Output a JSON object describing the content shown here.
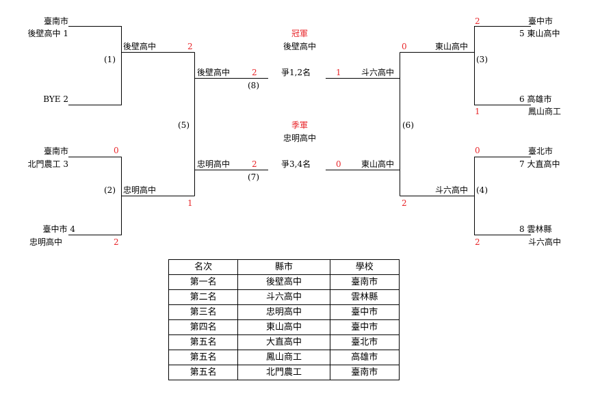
{
  "r1": {
    "m1": {
      "num": "(1)",
      "top_city": "臺南市",
      "top_school": "後壁高中",
      "top_seed": "1",
      "bye": "BYE",
      "bye_seed": "2"
    },
    "m2": {
      "num": "(2)",
      "top_city": "臺南市",
      "top_school": "北門農工",
      "top_seed": "3",
      "top_score": "0",
      "bot_city": "臺中市",
      "bot_seed": "4",
      "bot_school": "忠明高中",
      "bot_score": "2"
    },
    "m3": {
      "num": "(3)",
      "top_score": "2",
      "top_city": "臺中市",
      "top_seed": "5",
      "top_school": "東山高中",
      "bot_seed": "6",
      "bot_city": "高雄市",
      "bot_school": "鳳山商工",
      "bot_score": "1"
    },
    "m4": {
      "num": "(4)",
      "top_score": "0",
      "top_city": "臺北市",
      "top_seed": "7",
      "top_school": "大直高中",
      "bot_seed": "8",
      "bot_city": "雲林縣",
      "bot_school": "斗六高中",
      "bot_score": "2"
    }
  },
  "r2": {
    "m5": {
      "num": "(5)",
      "top_school": "後壁高中",
      "top_score": "2",
      "bot_school": "忠明高中",
      "bot_score": "1"
    },
    "m6": {
      "num": "(6)",
      "top_school": "東山高中",
      "top_score": "0",
      "bot_school": "斗六高中",
      "bot_score": "2"
    }
  },
  "finals": {
    "m8": {
      "num": "(8)",
      "label": "爭1,2名",
      "left_school": "後壁高中",
      "left_score": "2",
      "right_score": "1",
      "right_school": "斗六高中"
    },
    "m7": {
      "num": "(7)",
      "label": "爭3,4名",
      "left_school": "忠明高中",
      "left_score": "2",
      "right_score": "0",
      "right_school": "東山高中"
    },
    "champion": {
      "title": "冠軍",
      "school": "後壁高中"
    },
    "third": {
      "title": "季軍",
      "school": "忠明高中"
    }
  },
  "table": {
    "headers": [
      "名次",
      "縣市",
      "學校"
    ],
    "rows": [
      [
        "第一名",
        "後壁高中",
        "臺南市"
      ],
      [
        "第二名",
        "斗六高中",
        "雲林縣"
      ],
      [
        "第三名",
        "忠明高中",
        "臺中市"
      ],
      [
        "第四名",
        "東山高中",
        "臺中市"
      ],
      [
        "第五名",
        "大直高中",
        "臺北市"
      ],
      [
        "第五名",
        "鳳山商工",
        "高雄市"
      ],
      [
        "第五名",
        "北門農工",
        "臺南市"
      ]
    ]
  },
  "colors": {
    "score": "#e8262a",
    "title": "#e8262a",
    "line": "#000000"
  }
}
